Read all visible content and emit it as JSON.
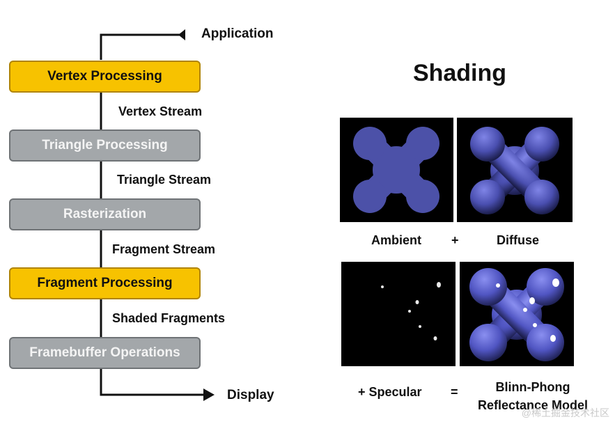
{
  "pipeline": {
    "top_label": "Application",
    "bottom_label": "Display",
    "stages": [
      {
        "label": "Vertex Processing",
        "state": "active"
      },
      {
        "label": "Triangle Processing",
        "state": "inactive"
      },
      {
        "label": "Rasterization",
        "state": "inactive"
      },
      {
        "label": "Fragment Processing",
        "state": "active"
      },
      {
        "label": "Framebuffer Operations",
        "state": "inactive"
      }
    ],
    "streams": [
      "Vertex Stream",
      "Triangle Stream",
      "Fragment Stream",
      "Shaded Fragments"
    ]
  },
  "shading": {
    "title": "Shading",
    "ambient_label": "Ambient",
    "plus_sign": "+",
    "diffuse_label": "Diffuse",
    "specular_label": "+ Specular",
    "equals_sign": "=",
    "result_label_line1": "Blinn-Phong",
    "result_label_line2": "Reflectance Model"
  },
  "colors": {
    "active_stage": "#f7c200",
    "inactive_stage": "#a3a7aa",
    "shape_blue": "#4b4fa8",
    "panel_bg": "#000000"
  },
  "watermark": "@稀土掘金技术社区"
}
